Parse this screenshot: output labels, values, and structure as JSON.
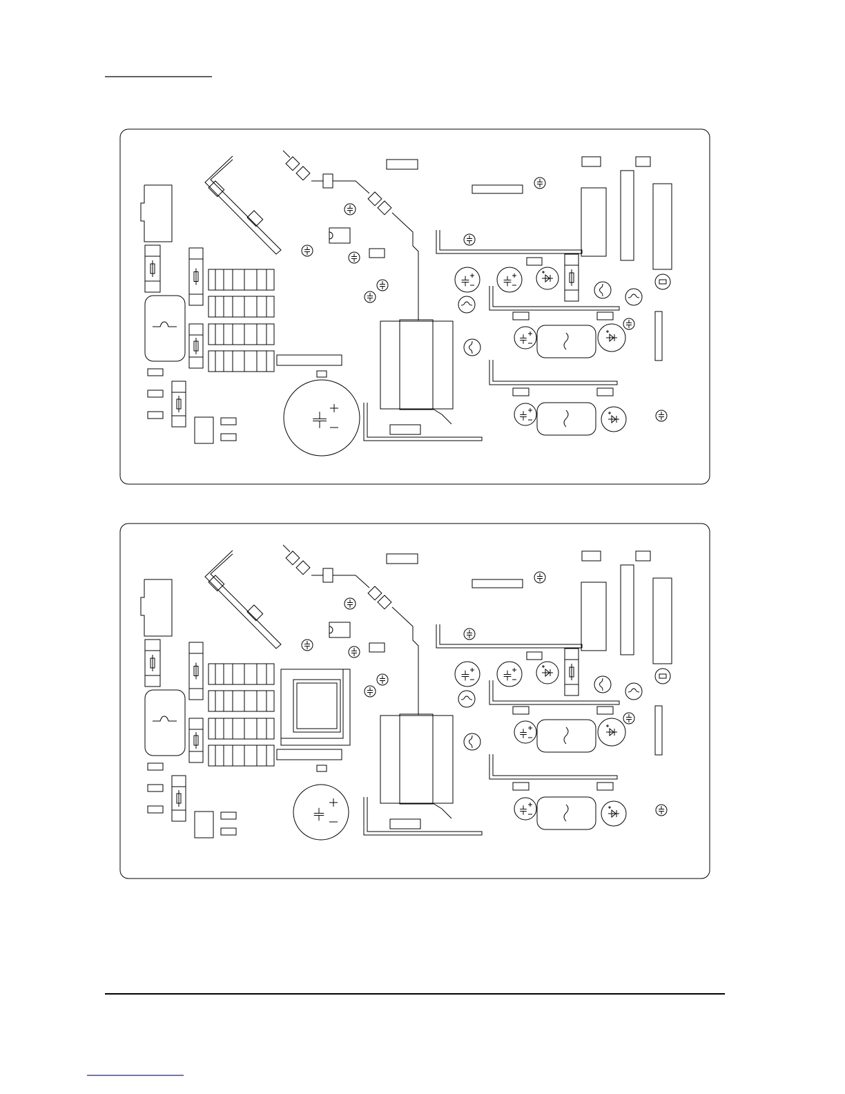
{
  "page": {
    "header_rule": "",
    "footer_link": ""
  },
  "diagrams": [
    {
      "name": "pcb-layout-top",
      "variant": "standard"
    },
    {
      "name": "pcb-layout-bottom",
      "variant": "with-transformer-block"
    }
  ],
  "colors": {
    "line": "#000000",
    "background": "#ffffff",
    "footer_link": "#1a1ab4"
  }
}
